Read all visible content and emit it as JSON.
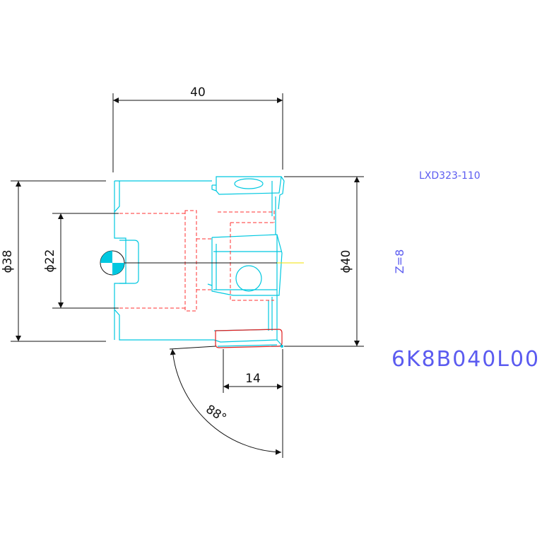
{
  "drawing": {
    "part_code": "LXD323-110",
    "teeth": "Z=8",
    "order_code": "6K8B040L00",
    "dimensions": {
      "overall_length": "40",
      "outer_diameter": "ϕ38",
      "bore_diameter": "ϕ22",
      "cutting_diameter": "ϕ40",
      "flute_depth": "14",
      "angle": "88°"
    }
  },
  "colors": {
    "outline": "#00c8e0",
    "hidden": "#ff3030",
    "dimension": "#111111",
    "label": "#5b5bf0",
    "centerline": "#f0e000",
    "highlight": "#e02020"
  }
}
